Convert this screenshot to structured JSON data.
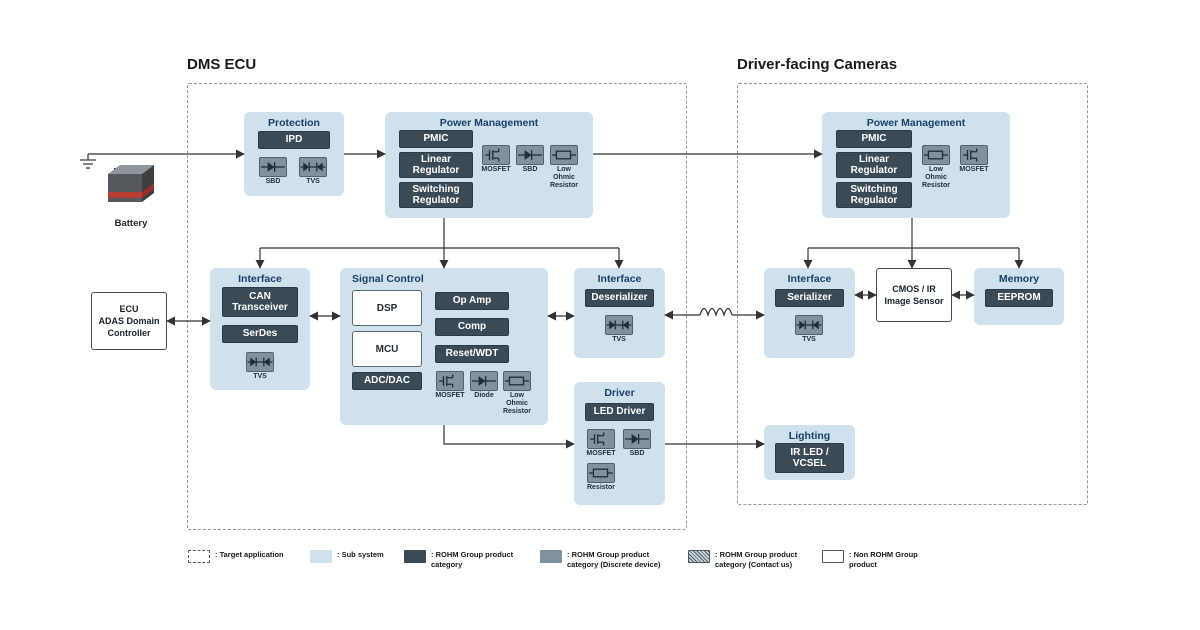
{
  "colors": {
    "sub_system_bg": "#cfe1ed",
    "product_category_bg": "#3a4a56",
    "discrete_device_bg": "#7f929e",
    "box_title_text": "#17406b",
    "connector_line": "#333333"
  },
  "sections": {
    "dms_title": "DMS ECU",
    "cameras_title": "Driver-facing Cameras"
  },
  "battery": {
    "label": "Battery"
  },
  "ecu": {
    "lines": [
      "ECU",
      "ADAS Domain",
      "Controller"
    ]
  },
  "cmos": {
    "lines": [
      "CMOS / IR",
      "Image Sensor"
    ]
  },
  "protection": {
    "title": "Protection",
    "ipd": "IPD",
    "icons": [
      {
        "name": "SBD"
      },
      {
        "name": "TVS"
      }
    ]
  },
  "pm_dms": {
    "title": "Power Management",
    "pmic": "PMIC",
    "linear": "Linear Regulator",
    "switching": "Switching Regulator",
    "icons": [
      {
        "name": "MOSFET"
      },
      {
        "name": "SBD"
      },
      {
        "name": "Low Ohmic Resistor"
      }
    ]
  },
  "interface_dms": {
    "title": "Interface",
    "can": "CAN Transceiver",
    "serdes": "SerDes",
    "icons": [
      {
        "name": "TVS"
      }
    ]
  },
  "signal_control": {
    "title": "Signal Control",
    "dsp": "DSP",
    "mcu": "MCU",
    "adc_dac": "ADC/DAC",
    "op_amp": "Op Amp",
    "comp": "Comp",
    "reset_wdt": "Reset/WDT",
    "icons": [
      {
        "name": "MOSFET"
      },
      {
        "name": "Diode"
      },
      {
        "name": "Low Ohmic Resistor"
      }
    ]
  },
  "interface_deserializer": {
    "title": "Interface",
    "deserializer": "Deserializer",
    "icons": [
      {
        "name": "TVS"
      }
    ]
  },
  "driver": {
    "title": "Driver",
    "led_driver": "LED Driver",
    "icons": [
      {
        "name": "MOSFET"
      },
      {
        "name": "SBD"
      },
      {
        "name": "Resistor"
      }
    ]
  },
  "pm_cameras": {
    "title": "Power Management",
    "pmic": "PMIC",
    "linear": "Linear Regulator",
    "switching": "Switching Regulator",
    "icons": [
      {
        "name": "Low Ohmic Resistor"
      },
      {
        "name": "MOSFET"
      }
    ]
  },
  "interface_serializer": {
    "title": "Interface",
    "serializer": "Serializer",
    "icons": [
      {
        "name": "TVS"
      }
    ]
  },
  "memory": {
    "title": "Memory",
    "eeprom": "EEPROM"
  },
  "lighting": {
    "title": "Lighting",
    "ir_led_vcsel": "IR LED / VCSEL"
  },
  "legend": [
    {
      "label": ": Target application"
    },
    {
      "label": ": Sub system"
    },
    {
      "label": ": ROHM Group product category"
    },
    {
      "label": ": ROHM Group product category (Discrete device)"
    },
    {
      "label": ": ROHM Group product category (Contact us)"
    },
    {
      "label": ": Non ROHM Group product"
    }
  ]
}
